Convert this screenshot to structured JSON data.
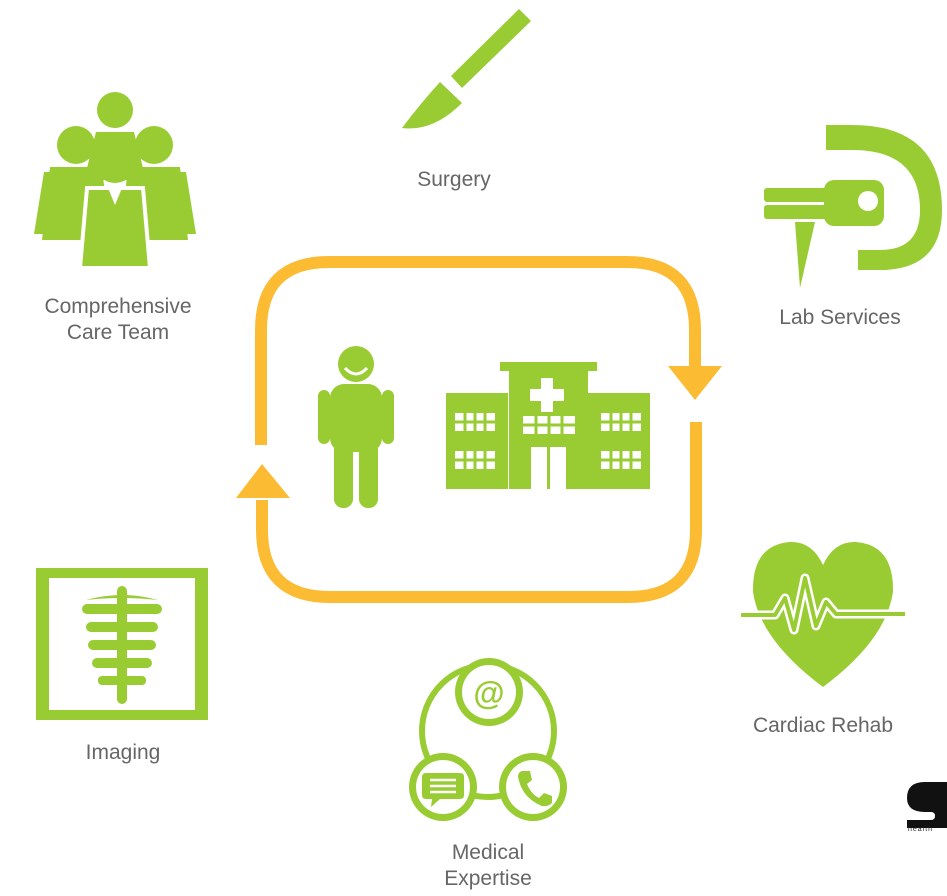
{
  "colors": {
    "icon_green": "#99cc33",
    "cycle_arrow": "#fbbc33",
    "label_gray": "#666666"
  },
  "center": {
    "patient_icon": "person-icon",
    "hospital_icon": "hospital-icon",
    "cycle_icon": "cycle-arrows-icon"
  },
  "nodes": {
    "surgery": {
      "label": "Surgery",
      "icon": "scalpel-icon"
    },
    "lab_services": {
      "label": "Lab Services",
      "icon": "ct-scanner-icon"
    },
    "comprehensive_care_team": {
      "line1": "Comprehensive",
      "line2": "Care Team",
      "icon": "team-icon"
    },
    "imaging": {
      "label": "Imaging",
      "icon": "xray-icon"
    },
    "cardiac_rehab": {
      "label": "Cardiac Rehab",
      "icon": "heartbeat-icon"
    },
    "medical_expertise": {
      "line1": "Medical",
      "line2": "Expertise",
      "icon": "communication-icon"
    }
  },
  "logo": {
    "mark": "S",
    "text": "health"
  }
}
